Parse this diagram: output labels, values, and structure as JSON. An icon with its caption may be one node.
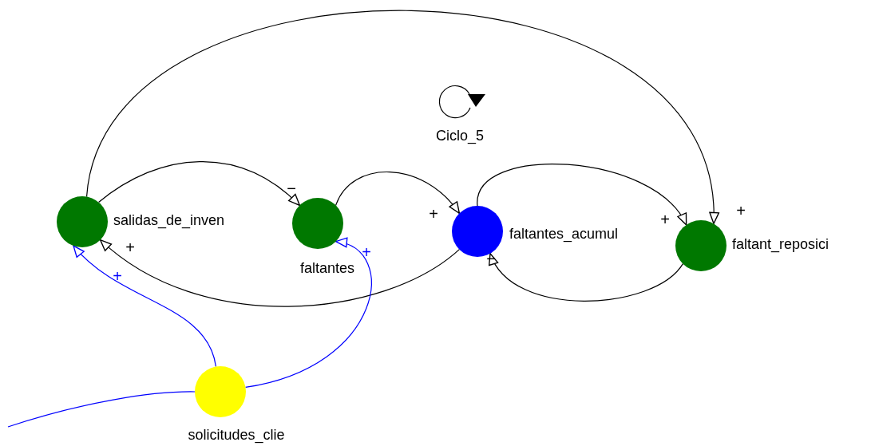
{
  "diagram": {
    "nodes": [
      {
        "text": [],
        "shape": "circle",
        "beside": [
          "salidas_de_inven"
        ]
      },
      {
        "text": [],
        "shape": "circle",
        "beside": [
          "faltantes"
        ]
      },
      {
        "text": [],
        "shape": "circle",
        "beside": [
          "faltantes_acumul"
        ]
      },
      {
        "text": [],
        "shape": "circle",
        "beside": [
          "faltant_reposici"
        ]
      },
      {
        "text": [],
        "shape": "circle",
        "beside": [
          "solicitudes_clie"
        ]
      }
    ],
    "edges": [
      {
        "from": 0,
        "to": 1,
        "arrow": "to",
        "label": "−"
      },
      {
        "from": 1,
        "to": 2,
        "arrow": "to",
        "label": "+"
      },
      {
        "from": 2,
        "to": 0,
        "arrow": "to",
        "label": "+"
      },
      {
        "from": 0,
        "to": 3,
        "arrow": "to",
        "label": "+"
      },
      {
        "from": 2,
        "to": 3,
        "arrow": "to",
        "label": "+"
      },
      {
        "from": 3,
        "to": 2,
        "arrow": "to",
        "label": "−"
      },
      {
        "from": 4,
        "to": 0,
        "arrow": "to",
        "label": "+",
        "color": "#0000ff"
      },
      {
        "from": 4,
        "to": 1,
        "arrow": "to",
        "label": "+",
        "color": "#0000ff"
      },
      {
        "from": null,
        "to": 4,
        "arrow": "none",
        "color": "#0000ff"
      }
    ],
    "labels": [
      "Ciclo_5"
    ]
  }
}
